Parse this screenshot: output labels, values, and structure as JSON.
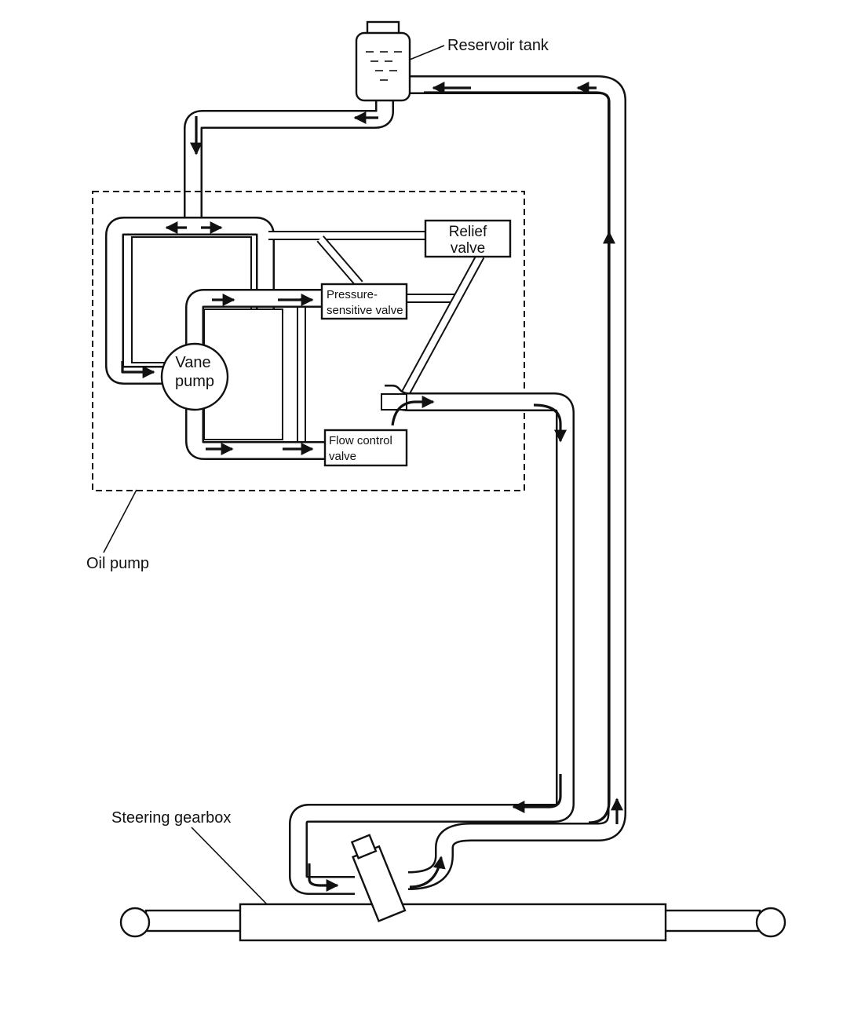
{
  "labels": {
    "reservoir_tank": "Reservoir tank",
    "relief_valve_line1": "Relief",
    "relief_valve_line2": "valve",
    "pressure_valve_line1": "Pressure-",
    "pressure_valve_line2": "sensitive valve",
    "flow_control_line1": "Flow control",
    "flow_control_line2": "valve",
    "vane_pump_line1": "Vane",
    "vane_pump_line2": "pump",
    "oil_pump": "Oil pump",
    "steering_gearbox": "Steering gearbox"
  },
  "colors": {
    "line": "#111111",
    "background": "#ffffff"
  }
}
